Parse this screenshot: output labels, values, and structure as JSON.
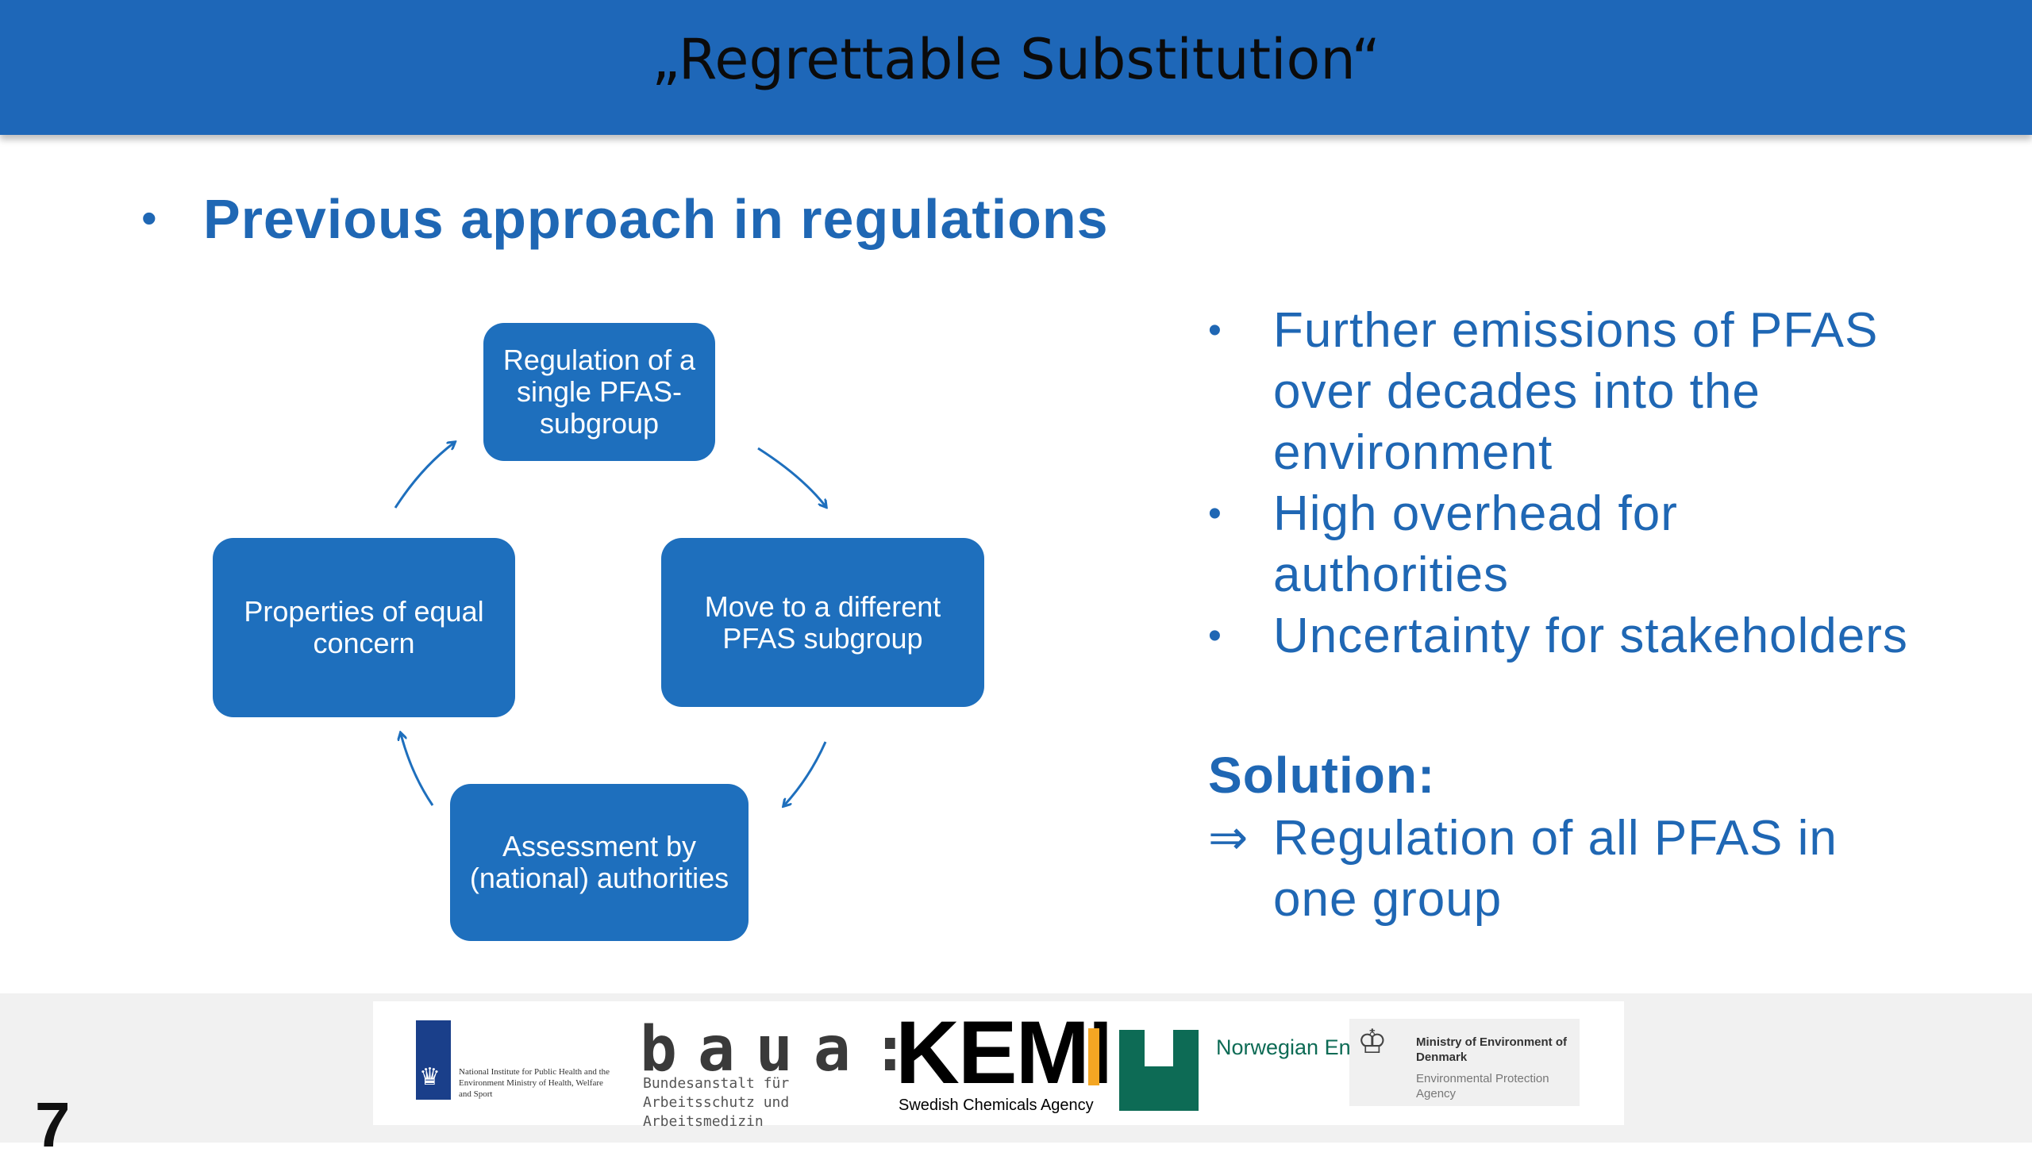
{
  "slide": {
    "title": "„Regrettable Substitution“",
    "page_number": "7"
  },
  "heading": {
    "bullet": "•",
    "text": "Previous approach in regulations"
  },
  "cycle": {
    "top": "Regulation of a single PFAS-subgroup",
    "right": "Move to a different PFAS subgroup",
    "bottom": "Assessment by (national) authorities",
    "left": "Properties of equal concern"
  },
  "consequences": [
    {
      "bullet": "•",
      "text": "Further emissions of PFAS over decades into the environment"
    },
    {
      "bullet": "•",
      "text": "High overhead for authorities"
    },
    {
      "bullet": "•",
      "text": "Uncertainty for stakeholders"
    }
  ],
  "solution": {
    "label": "Solution:",
    "arrow": "⇒",
    "text": "Regulation of all PFAS in one group"
  },
  "logos": {
    "rivm_text": "National Institute for Public Health and the Environment Ministry of Health, Welfare and Sport",
    "baua_mark": "baua:",
    "baua_text": "Bundesanstalt für Arbeitsschutz und Arbeitsmedizin",
    "kemi_mark": "KEMI",
    "kemi_text": "Swedish Chemicals Agency",
    "nea_text": "Norwegian Environment Agency",
    "mim_title": "Ministry of Environment of Denmark",
    "mim_sub": "Environmental Protection Agency"
  },
  "colors": {
    "header": "#1e67b8",
    "box": "#1e6fbd",
    "text_blue": "#1f67b4"
  },
  "icons": {
    "rivm": "coat-of-arms-icon",
    "mim": "crown-icon",
    "arrows": "curved-arrow-icon"
  }
}
